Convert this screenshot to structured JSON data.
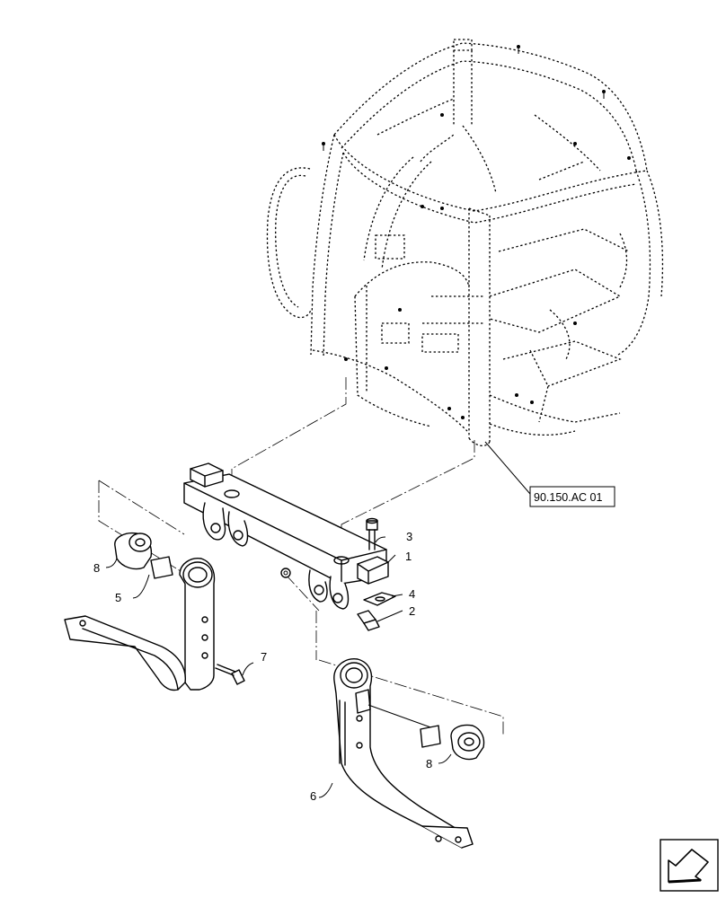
{
  "reference": "90.150.AC 01",
  "callouts": {
    "c1": "1",
    "c2": "2",
    "c3": "3",
    "c4": "4",
    "c5": "5",
    "c6": "6",
    "c7": "7",
    "c8a": "8",
    "c8b": "8"
  },
  "icons": {
    "nav": "arrow-icon"
  }
}
